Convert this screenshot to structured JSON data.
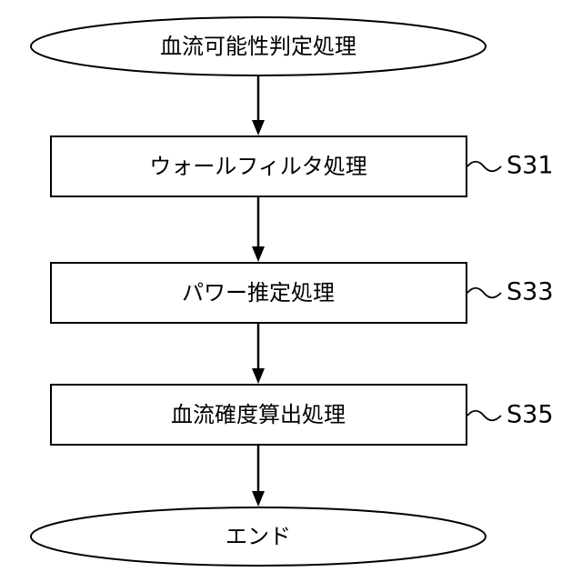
{
  "flowchart": {
    "start": {
      "label": "血流可能性判定処理"
    },
    "steps": [
      {
        "label": "ウォールフィルタ処理",
        "step_id": "S31"
      },
      {
        "label": "パワー推定処理",
        "step_id": "S33"
      },
      {
        "label": "血流確度算出処理",
        "step_id": "S35"
      }
    ],
    "end": {
      "label": "エンド"
    }
  },
  "colors": {
    "stroke": "#000000",
    "fill": "#ffffff"
  }
}
